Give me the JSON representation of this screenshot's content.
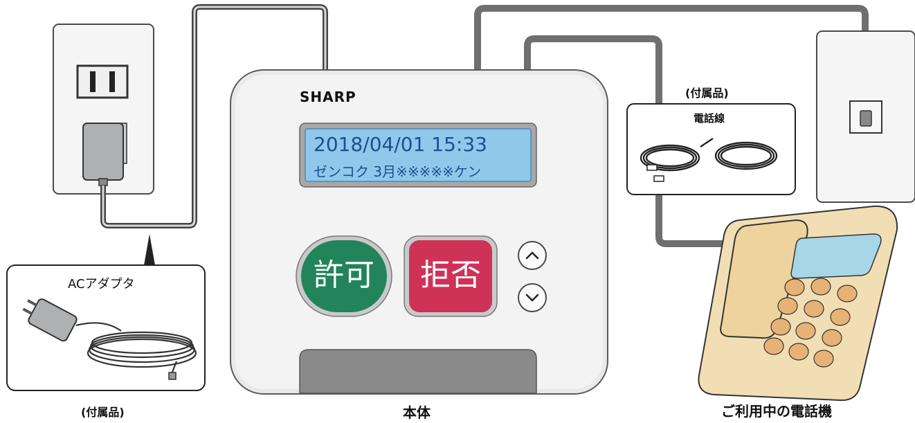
{
  "device": {
    "brand": "SHARP",
    "display_line1": "2018/04/01 15:33",
    "display_line2": "ゼンコク 3月※※※※※ケン",
    "allow_button": "許可",
    "reject_button": "拒否",
    "label": "本体"
  },
  "adapter": {
    "title": "ACアダプタ",
    "note": "(付属品)"
  },
  "phone_cord": {
    "note": "(付属品)",
    "title": "電話線"
  },
  "telephone": {
    "label": "ご利用中の電話機"
  },
  "colors": {
    "allow": "#22845a",
    "reject": "#cf3257",
    "lcd": "#8fc8ea",
    "cable": "#6f6f6f",
    "phone_body": "#f1deb4",
    "phone_keys": "#e7b276"
  },
  "icons": {
    "up": "chevron-up-icon",
    "down": "chevron-down-icon"
  }
}
